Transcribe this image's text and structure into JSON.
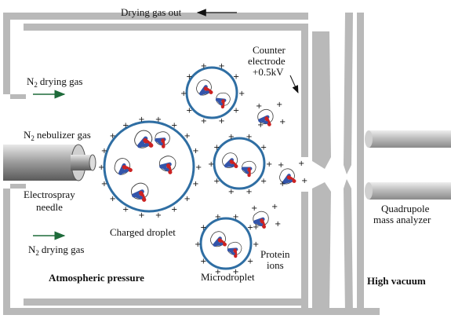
{
  "labels": {
    "drying_gas_out": "Drying gas out",
    "counter_electrode_line1": "Counter",
    "counter_electrode_line2": "electrode",
    "counter_electrode_line3": "+0.5kV",
    "n2_drying_gas_top": "N",
    "n2_drying_gas_top_rest": "drying gas",
    "n2_nebulizer": "N",
    "n2_nebulizer_rest": "nebulizer gas",
    "electrospray_line1": "Electrospray",
    "electrospray_line2": "needle",
    "charged_droplet": "Charged droplet",
    "n2_drying_gas_bottom": "N",
    "n2_drying_gas_bottom_rest": "drying gas",
    "subscript_2": "2",
    "atmospheric_pressure": "Atmospheric pressure",
    "microdroplet": "Microdroplet",
    "protein_ions_line1": "Protein",
    "protein_ions_line2": "ions",
    "high_vacuum": "High vacuum",
    "quadrupole_line1": "Quadrupole",
    "quadrupole_line2": "mass analyzer"
  },
  "colors": {
    "chamber_wall": "#b9b9b9",
    "droplet_outline": "#2f6ea3",
    "protein_blue": "#3355aa",
    "protein_red": "#cc2222",
    "arrow_green": "#1e6b3a",
    "needle_gray": "#a8a8a8"
  }
}
